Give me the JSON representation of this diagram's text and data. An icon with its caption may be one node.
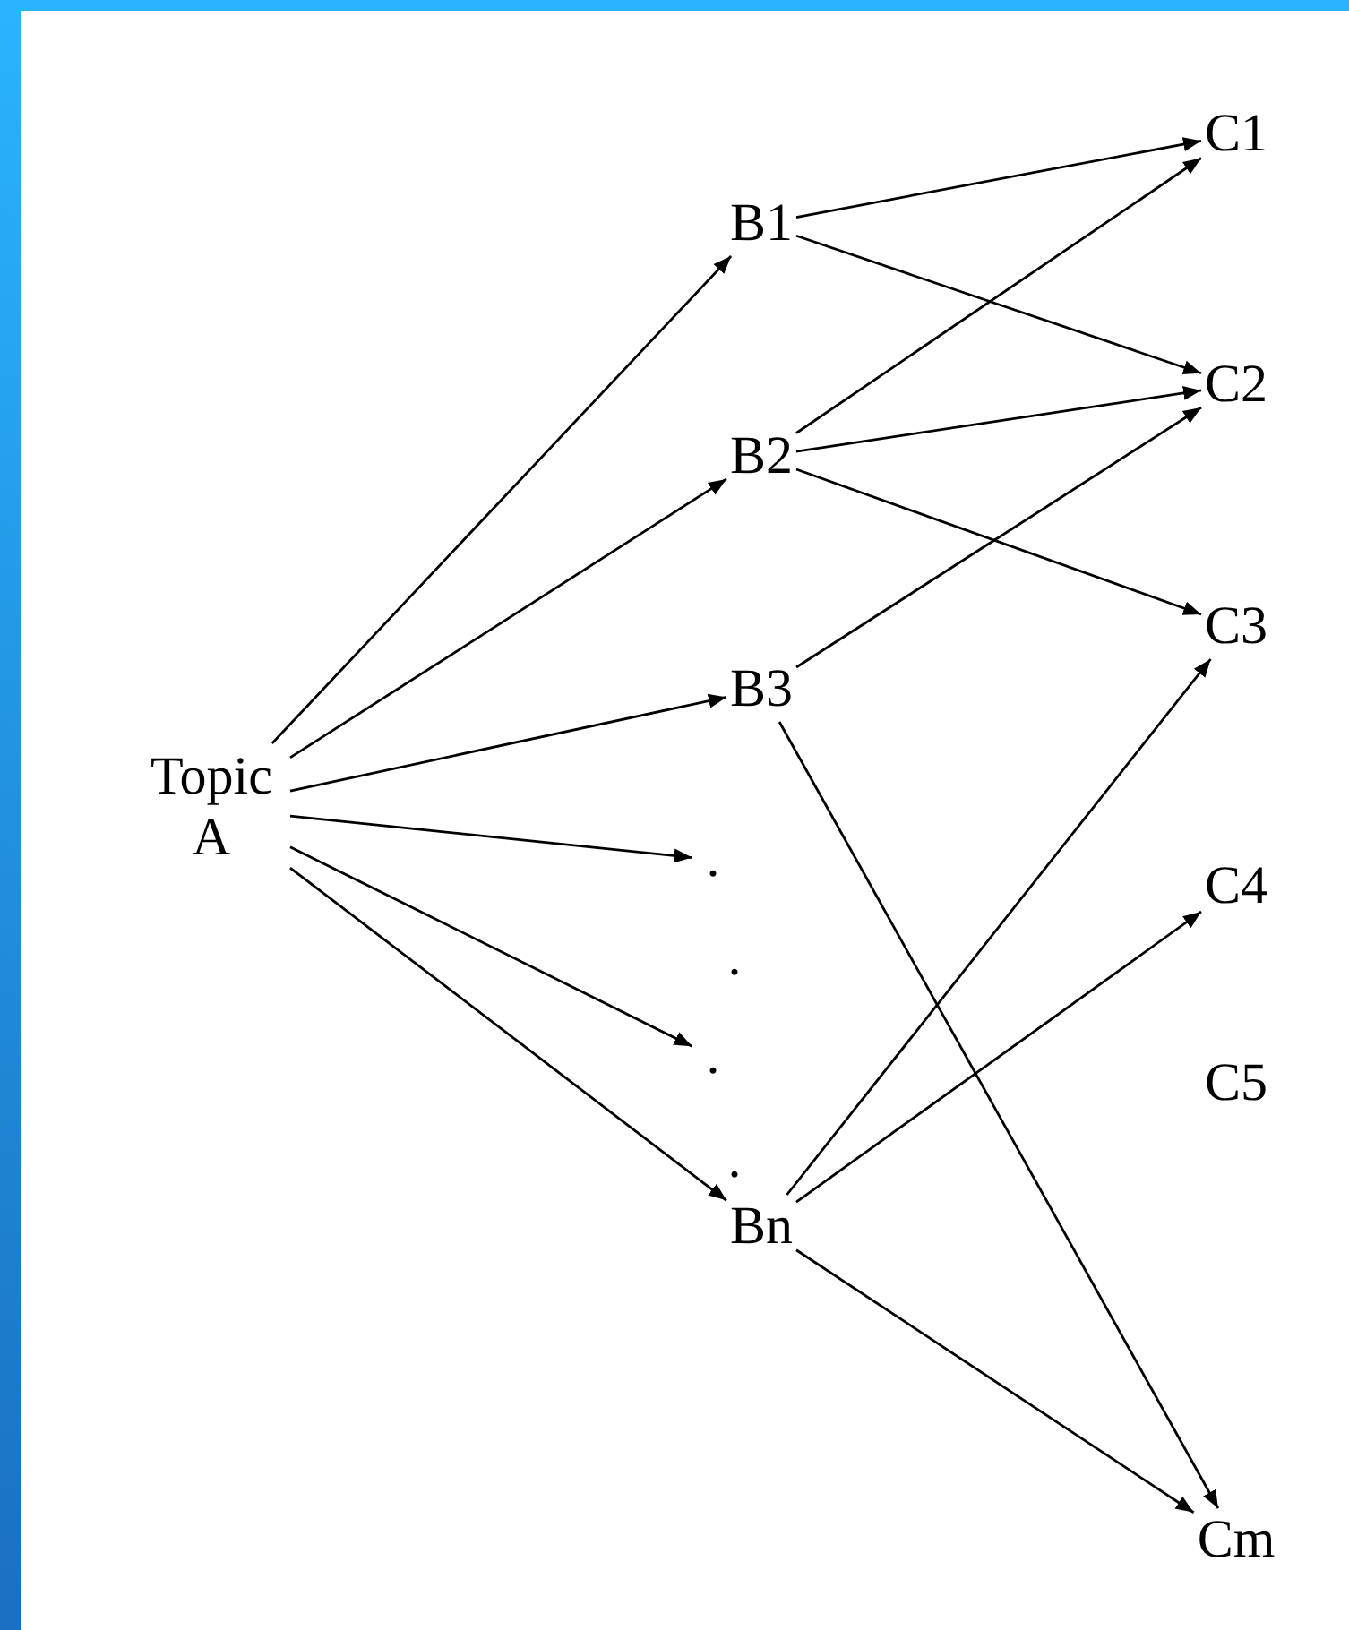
{
  "diagram": {
    "nodes": [
      {
        "text": [
          "Topic A"
        ]
      },
      {
        "text": [
          "B1"
        ]
      },
      {
        "text": [
          "B2"
        ]
      },
      {
        "text": [
          "B3"
        ]
      },
      {
        "text": [
          "."
        ]
      },
      {
        "text": [
          "."
        ]
      },
      {
        "text": [
          "Bn"
        ]
      },
      {
        "text": [
          "C1"
        ]
      },
      {
        "text": [
          "C2"
        ]
      },
      {
        "text": [
          "C3"
        ]
      },
      {
        "text": [
          "C4"
        ]
      },
      {
        "text": [
          "C5"
        ]
      },
      {
        "text": [
          "Cm"
        ]
      }
    ],
    "edges": [
      {
        "from": 0,
        "to": 1,
        "arrow": "to"
      },
      {
        "from": 0,
        "to": 2,
        "arrow": "to"
      },
      {
        "from": 0,
        "to": 3,
        "arrow": "to"
      },
      {
        "from": 0,
        "to": 4,
        "arrow": "to"
      },
      {
        "from": 0,
        "to": 5,
        "arrow": "to"
      },
      {
        "from": 0,
        "to": 6,
        "arrow": "to"
      },
      {
        "from": 1,
        "to": 7,
        "arrow": "to"
      },
      {
        "from": 1,
        "to": 8,
        "arrow": "to"
      },
      {
        "from": 2,
        "to": 7,
        "arrow": "to"
      },
      {
        "from": 2,
        "to": 8,
        "arrow": "to"
      },
      {
        "from": 2,
        "to": 9,
        "arrow": "to"
      },
      {
        "from": 3,
        "to": 8,
        "arrow": "to"
      },
      {
        "from": 3,
        "to": 12,
        "arrow": "to"
      },
      {
        "from": 6,
        "to": 9,
        "arrow": "to"
      },
      {
        "from": 6,
        "to": 10,
        "arrow": "to"
      },
      {
        "from": 6,
        "to": 12,
        "arrow": "to"
      }
    ],
    "labels": [
      ".",
      "."
    ]
  }
}
